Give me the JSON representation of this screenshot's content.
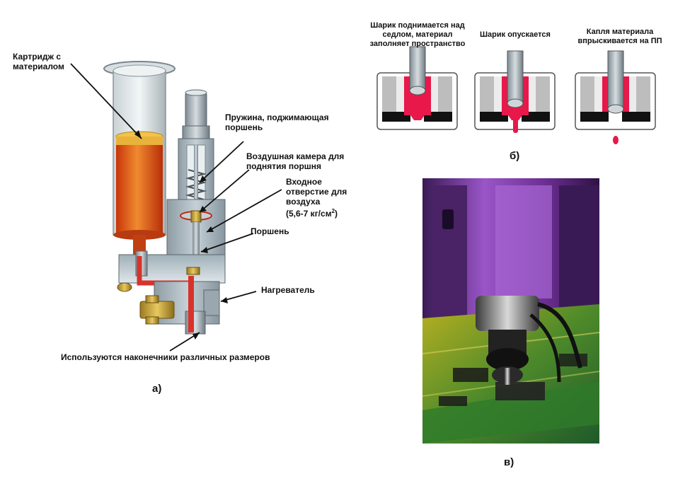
{
  "panel_a": {
    "caption": "а)",
    "labels": {
      "cartridge": "Картридж с материалом",
      "spring": "Пружина, поджимающая поршень",
      "air_chamber": "Воздушная камера для поднятия поршня",
      "air_inlet_line1": "Входное отверстие для воздуха",
      "air_inlet_pressure": "(5,6-7 кг/см",
      "air_inlet_sup": "2",
      "air_inlet_close": ")",
      "piston": "Поршень",
      "heater": "Нагреватель",
      "nozzles": "Используются наконечники различных размеров"
    }
  },
  "panel_b": {
    "caption": "б)",
    "steps": [
      {
        "text": "Шарик поднимается над седлом, материал заполняет пространство"
      },
      {
        "text": "Шарик опускается"
      },
      {
        "text": "Капля материала впрыскивается на ПП"
      }
    ]
  },
  "panel_c": {
    "caption": "в)"
  },
  "colors": {
    "material": "#e8184a",
    "cartridge_fill": "#e05a1a",
    "machine_purple": "#7a3aa0",
    "board_green": "#2e7a2a"
  }
}
